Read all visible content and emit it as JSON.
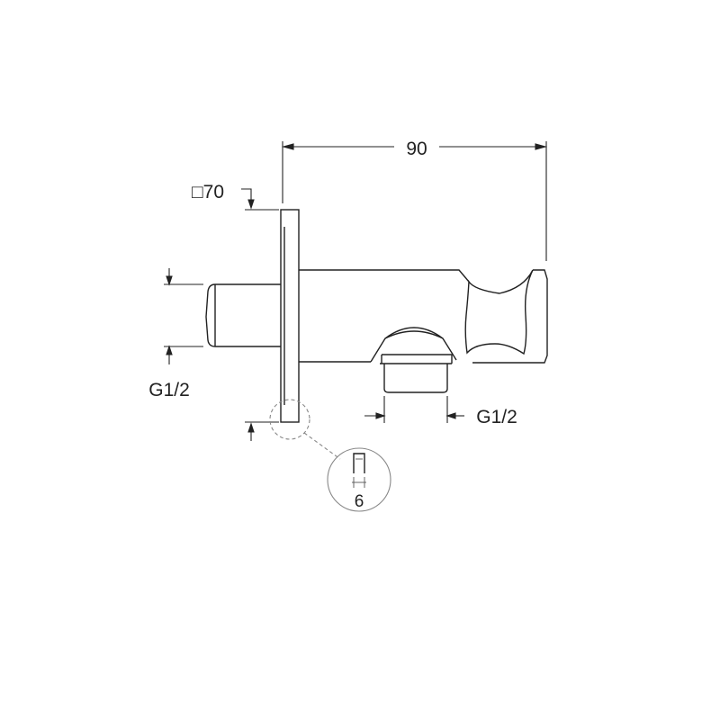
{
  "dimensions": {
    "width": "90",
    "plate_size": "□70",
    "inlet_thread": "G1/2",
    "outlet_thread": "G1/2",
    "plate_thickness": "6"
  },
  "colors": {
    "line": "#222222",
    "detail": "#888888",
    "background": "#ffffff"
  }
}
